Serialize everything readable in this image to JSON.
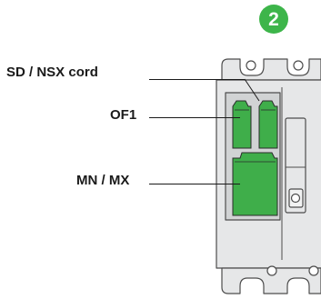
{
  "step_badge": {
    "number": "2",
    "color": "#3db54a"
  },
  "labels": {
    "sd_nsx_cord": "SD / NSX cord",
    "of1": "OF1",
    "mn_mx": "MN / MX"
  },
  "colors": {
    "accessory_green": "#3fae4a",
    "breaker_body": "#e6e7e8",
    "outline": "#4d4d4d"
  }
}
